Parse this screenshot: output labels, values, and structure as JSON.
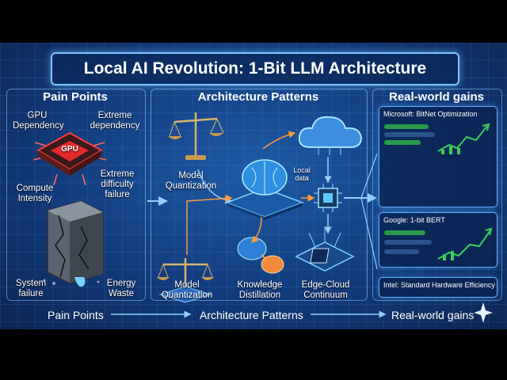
{
  "title": "Local AI Revolution: 1-Bit LLM Architecture",
  "columns": {
    "pain_points": "Pain Points",
    "architecture": "Architecture Patterns",
    "gains": "Real-world gains"
  },
  "pain_points": {
    "gpu_dependency": "GPU Dependency",
    "gpu_chip": "GPU",
    "extreme_dependency": "Extreme dependency",
    "extreme_difficulty": "Extreme difficulty failure",
    "compute_intensity": "Compute Intensity",
    "system_failure": "System failure",
    "energy_waste": "Energy Waste"
  },
  "architecture": {
    "model_quantization_top": "Model Quantization",
    "local_data": "Local data",
    "model_quantization_bottom": "Model Quantization",
    "knowledge_distillation": "Knowledge Distillation",
    "edge_cloud": "Edge-Cloud Continuum"
  },
  "gains": {
    "card1_title": "Microsoft: BitNet Optimization",
    "card2_title": "Google: 1-bit BERT",
    "card3_title": "Intel: Standard Hardware Efficiency"
  },
  "footer": {
    "pain_points": "Pain Points",
    "architecture": "Architecture Patterns",
    "gains": "Real-world gains"
  },
  "colors": {
    "background": "#123c7c",
    "accent": "#7fc3ff",
    "alert": "#ff3b3b",
    "arrow": "#ff9a3c",
    "growth": "#3ccf5a"
  }
}
